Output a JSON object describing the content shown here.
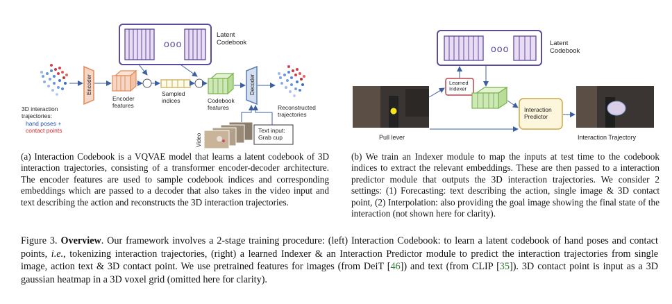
{
  "figure": {
    "panel_a": {
      "latent_codebook": "Latent\nCodebook",
      "codebook_dots": "ooo",
      "encoder": "Encoder",
      "decoder": "Decoder",
      "encoder_features": "Encoder\nfeatures",
      "sampled_indices": "Sampled\nindices",
      "codebook_features": "Codebook\nfeatures",
      "reconstructed": "Reconstructed\ntrajectories",
      "input_title": "3D interaction\ntrajectories:",
      "input_hand": "hand poses +",
      "input_contact": "contact points",
      "video_label": "Video",
      "text_input": "Text input:\nGrab cup"
    },
    "panel_b": {
      "latent_codebook": "Latent\nCodebook",
      "codebook_dots": "ooo",
      "learned_indexer": "Learned\nIndexer",
      "interaction_predictor": "Interaction\nPredictor",
      "pull_lever": "Pull lever",
      "interaction_trajectory": "Interaction Trajectory"
    },
    "colors": {
      "codebook_fill": "#e9dcf3",
      "codebook_border": "#5b4aa0",
      "encoder_fill": "#f6d6c4",
      "encoder_border": "#e58a58",
      "green_fill": "#cfe8b8",
      "green_border": "#7bb24e",
      "decoder_fill": "#d3dff0",
      "decoder_border": "#5d7fb3",
      "predictor_fill": "#fdf5dc",
      "predictor_border": "#c7a84a",
      "indexer_border": "#b8434a",
      "arrow": "#3b5fa0"
    }
  },
  "subcaption_a": "(a) Interaction Codebook is a VQVAE model that learns a latent codebook of 3D interaction trajectories, consisting of a transformer encoder-decoder architecture. The encoder features are used to sample codebook indices and corresponding embeddings which are passed to a decoder that also takes in the video input and text describing the action and reconstructs the 3D interaction trajectories.",
  "subcaption_b": "(b) We train an Indexer module to map the inputs at test time to the codebook indices to extract the relevant embeddings. These are then passed to a interaction predictor module that outputs the 3D interaction trajectories. We consider 2 settings: (1) Forecasting: text describing the action, single image & 3D contact point, (2) Interpolation: also providing the goal image showing the final state of the interaction (not shown here for clarity).",
  "caption": {
    "label": "Figure 3.",
    "title": "Overview",
    "part1": ". Our framework involves a 2-stage training procedure: (left) Interaction Codebook: to learn a latent codebook of hand poses and contact points, ",
    "ie": "i.e.",
    "part2": ", tokenizing interaction trajectories, (right) a learned Indexer & an Interaction Predictor module to predict the interaction trajectories from single image, action text & 3D contact point. We use pretrained features for images (from DeiT [",
    "cite1": "46",
    "part3": "]) and text (from CLIP [",
    "cite2": "35",
    "part4": "]). 3D contact point is input as a 3D gaussian heatmap in a 3D voxel grid (omitted here for clarity)."
  }
}
